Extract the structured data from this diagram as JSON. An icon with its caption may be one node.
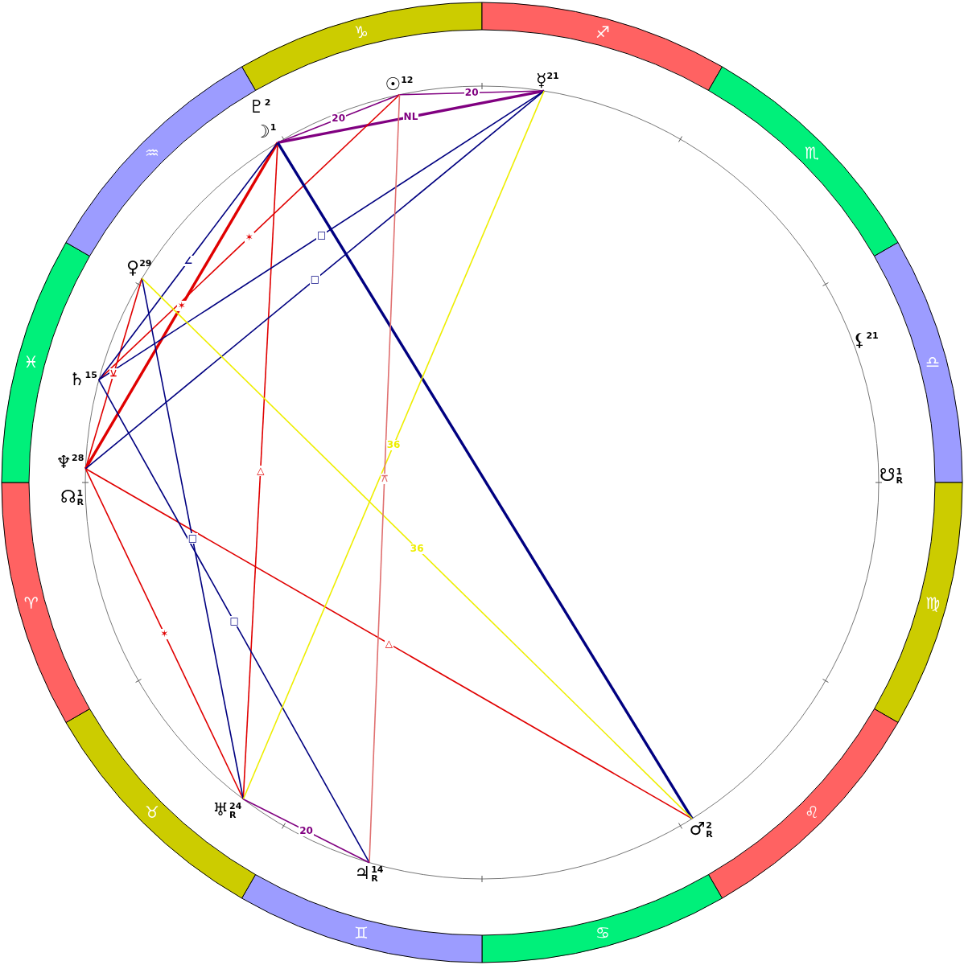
{
  "diagram": {
    "nodes": [
      {
        "text": [
          "♑"
        ]
      },
      {
        "text": [
          "♐"
        ]
      },
      {
        "text": [
          "♏"
        ]
      },
      {
        "text": [
          "♎"
        ]
      },
      {
        "text": [
          "♍"
        ]
      },
      {
        "text": [
          "♌"
        ]
      },
      {
        "text": [
          "♋"
        ]
      },
      {
        "text": [
          "♊"
        ]
      },
      {
        "text": [
          "♉"
        ]
      },
      {
        "text": [
          "♈"
        ]
      },
      {
        "text": [
          "♓"
        ]
      },
      {
        "text": [
          "♒"
        ]
      },
      {
        "text": [
          "☉$^{12}$"
        ]
      },
      {
        "text": [
          "☿$^{21}$"
        ]
      },
      {
        "text": [
          "♇$^{2}$"
        ]
      },
      {
        "text": [
          "☽$^{1}$"
        ]
      },
      {
        "text": [
          "♀$^{29}$"
        ]
      },
      {
        "text": [
          "⚸$^{21}$"
        ]
      },
      {
        "text": [
          "♄$^{15}$"
        ]
      },
      {
        "text": [
          "♆$^{28}$"
        ]
      },
      {
        "text": [
          "☊$^{1}$$_{R}$"
        ]
      },
      {
        "text": [
          "☋$^{1}$$_{R}$"
        ]
      },
      {
        "text": [
          "♅$^{24}$$_{R}$"
        ]
      },
      {
        "text": [
          "♂$^{2}$$_{R}$"
        ]
      },
      {
        "text": [
          "♃$^{14}$$_{R}$"
        ]
      }
    ],
    "edges": [
      {
        "from": 15,
        "to": 12,
        "arrow": "none",
        "label": "20",
        "color": "#800080"
      },
      {
        "from": 12,
        "to": 13,
        "arrow": "none",
        "label": "20",
        "color": "#800080"
      },
      {
        "from": 15,
        "to": 13,
        "arrow": "none",
        "label": "NL",
        "style": "thick",
        "color": "#800080"
      },
      {
        "from": 12,
        "to": 18,
        "arrow": "none",
        "label": "✶",
        "color": "#e00000"
      },
      {
        "from": 15,
        "to": 19,
        "arrow": "none",
        "label": "✶",
        "style": "thick",
        "color": "#e00000"
      },
      {
        "from": 15,
        "to": 22,
        "arrow": "none",
        "label": "△",
        "color": "#e00000"
      },
      {
        "from": 19,
        "to": 23,
        "arrow": "none",
        "label": "△",
        "color": "#e00000"
      },
      {
        "from": 19,
        "to": 22,
        "arrow": "none",
        "label": "✶",
        "color": "#e00000"
      },
      {
        "from": 16,
        "to": 19,
        "arrow": "none",
        "label": "⚺",
        "color": "#e00000"
      },
      {
        "from": 15,
        "to": 18,
        "arrow": "none",
        "label": "∠",
        "color": "#000080"
      },
      {
        "from": 15,
        "to": 23,
        "arrow": "none",
        "style": "thick",
        "color": "#000080"
      },
      {
        "from": 13,
        "to": 18,
        "arrow": "none",
        "label": "□",
        "color": "#000080"
      },
      {
        "from": 13,
        "to": 19,
        "arrow": "none",
        "label": "□",
        "color": "#000080"
      },
      {
        "from": 16,
        "to": 22,
        "arrow": "none",
        "label": "□",
        "color": "#000080"
      },
      {
        "from": 18,
        "to": 24,
        "arrow": "none",
        "label": "□",
        "color": "#000080"
      },
      {
        "from": 13,
        "to": 22,
        "arrow": "none",
        "label": "36",
        "color": "#eeee00"
      },
      {
        "from": 16,
        "to": 23,
        "arrow": "none",
        "label": "36",
        "color": "#eeee00"
      },
      {
        "from": 12,
        "to": 24,
        "arrow": "none",
        "label": "⚻",
        "color": "#e07070"
      },
      {
        "from": 22,
        "to": 24,
        "arrow": "none",
        "label": "20",
        "color": "#800080"
      }
    ]
  }
}
